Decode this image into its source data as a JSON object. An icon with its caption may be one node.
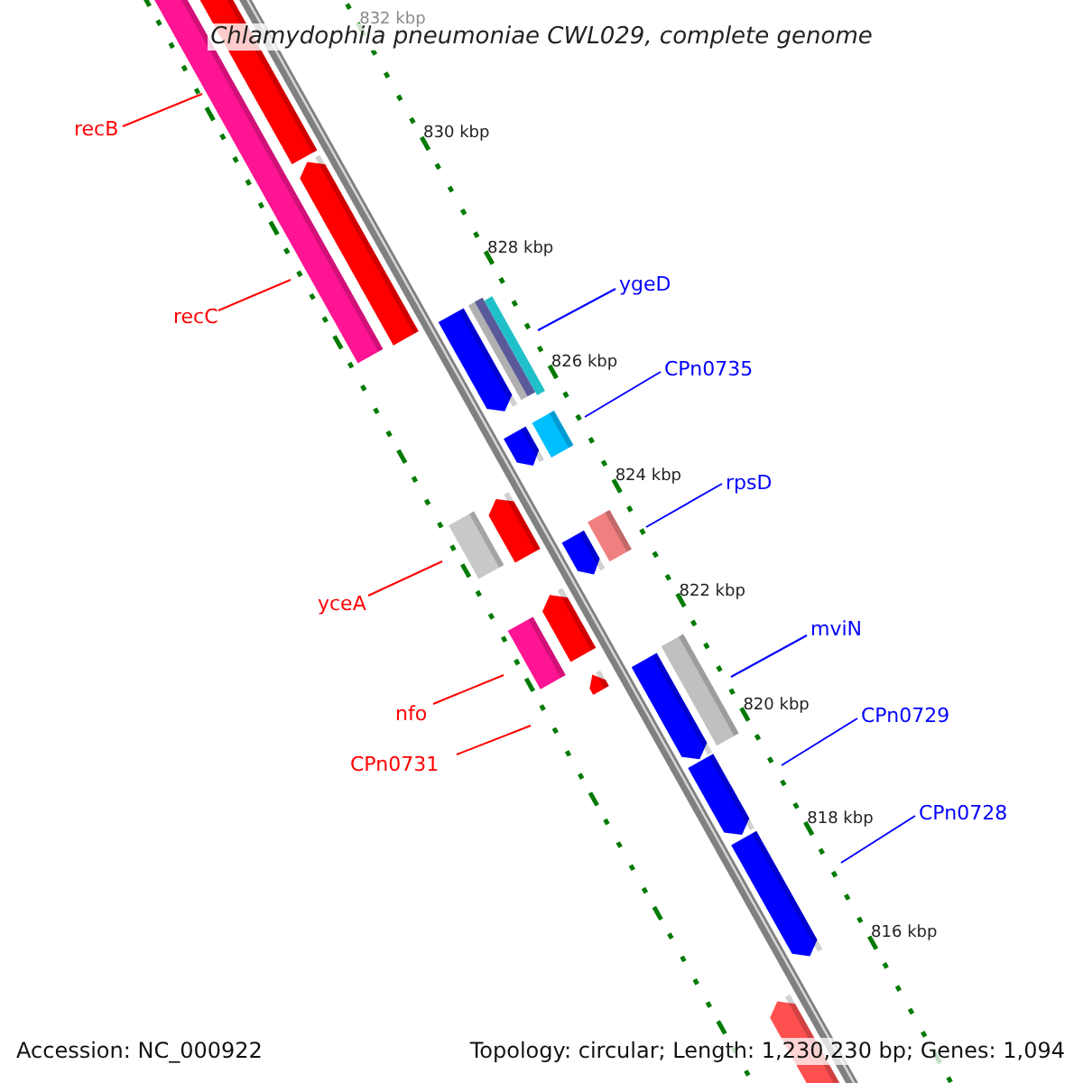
{
  "diagram": {
    "title": "Chlamydophila pneumoniae CWL029, complete genome",
    "nodes": [
      {
        "text": [
          "recB"
        ]
      },
      {
        "text": [
          "recC"
        ]
      },
      {
        "text": [
          "ygeD"
        ]
      },
      {
        "text": [
          "CPn0735"
        ]
      },
      {
        "text": [
          "rpsD"
        ]
      },
      {
        "text": [
          "yceA"
        ]
      },
      {
        "text": [
          "mviN"
        ]
      },
      {
        "text": [
          "nfo"
        ]
      },
      {
        "text": [
          "CPn0729"
        ]
      },
      {
        "text": [
          "CPn0731"
        ]
      },
      {
        "text": [
          "CPn0728"
        ]
      }
    ],
    "edges": [
      {
        "from": 0,
        "to": null,
        "arrow": "none",
        "color": "#ff0000"
      },
      {
        "from": 1,
        "to": null,
        "arrow": "none",
        "color": "#ff0000"
      },
      {
        "from": 2,
        "to": null,
        "arrow": "none"
      },
      {
        "from": 3,
        "to": null,
        "arrow": "none"
      },
      {
        "from": 4,
        "to": null,
        "arrow": "none"
      },
      {
        "from": 5,
        "to": null,
        "arrow": "none",
        "color": "#ff0000"
      },
      {
        "from": 6,
        "to": null,
        "arrow": "none"
      },
      {
        "from": 7,
        "to": null,
        "arrow": "none",
        "color": "#ff0000"
      },
      {
        "from": 8,
        "to": null,
        "arrow": "none"
      },
      {
        "from": 9,
        "to": null,
        "arrow": "none",
        "color": "#ff0000"
      },
      {
        "from": 10,
        "to": null,
        "arrow": "none"
      }
    ],
    "labels": [
      "832 kbp",
      "830 kbp",
      "828 kbp",
      "826 kbp",
      "824 kbp",
      "822 kbp",
      "820 kbp",
      "818 kbp",
      "816 kbp",
      "Accession: NC_000922",
      "Topology: circular; Length: 1,230,230 bp; Genes: 1,094"
    ]
  }
}
